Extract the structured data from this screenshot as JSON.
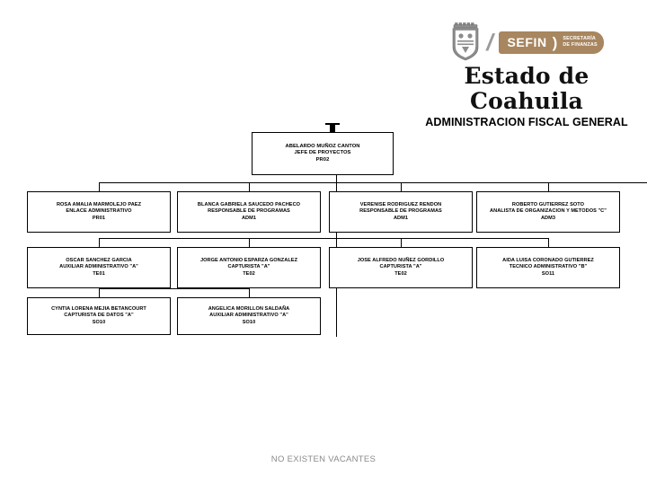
{
  "header": {
    "coat_of_arms_icon": "coahuila-coat-of-arms",
    "slash": "/",
    "sefin_word": "SEFIN",
    "sefin_paren": ")",
    "sefin_subtitle": "SECRETARÍA\nDE FINANZAS",
    "state_title": "Estado de Coahuila",
    "department_title": "ADMINISTRACION FISCAL GENERAL",
    "brand_color": "#a8865f"
  },
  "chart_data": {
    "type": "diagram",
    "title": "ADMINISTRACION FISCAL GENERAL",
    "root": {
      "name": "ABELARDO MUÑOZ CANTON",
      "position": "JEFE DE PROYECTOS",
      "code": "PR02"
    },
    "rows": [
      [
        {
          "name": "ROSA AMALIA MARMOLEJO PAEZ",
          "position": "ENLACE ADMINISTRATIVO",
          "code": "PR01"
        },
        {
          "name": "BLANCA GABRIELA SAUCEDO PACHECO",
          "position": "RESPONSABLE DE PROGRAMAS",
          "code": "ADM1"
        },
        {
          "name": "VERENISE RODRIGUEZ RENDON",
          "position": "RESPONSABLE DE PROGRAMAS",
          "code": "ADM1"
        },
        {
          "name": "ROBERTO GUTIERREZ SOTO",
          "position": "ANALISTA DE ORGANIZACION Y METODOS \"C\"",
          "code": "ADM3"
        }
      ],
      [
        {
          "name": "OSCAR SANCHEZ GARCIA",
          "position": "AUXILIAR ADMINISTRATIVO \"A\"",
          "code": "TE01"
        },
        {
          "name": "JORGE ANTONIO ESPARZA GONZALEZ",
          "position": "CAPTURISTA \"A\"",
          "code": "TE02"
        },
        {
          "name": "JOSE ALFREDO NUÑEZ GORDILLO",
          "position": "CAPTURISTA \"A\"",
          "code": "TE02"
        },
        {
          "name": "AIDA LUISA CORONADO GUTIERREZ",
          "position": "TECNICO ADMINISTRATIVO \"B\"",
          "code": "SO11"
        }
      ],
      [
        {
          "name": "CYNTIA LORENA MEJIA BETANCOURT",
          "position": "CAPTURISTA DE DATOS  \"A\"",
          "code": "SO10"
        },
        {
          "name": "ANGELICA MORILLON SALDAÑA",
          "position": "AUXILIAR ADMINISTRATIVO \"A\"",
          "code": "SO10"
        }
      ]
    ]
  },
  "footer": {
    "note": "NO EXISTEN VACANTES",
    "note_color": "#8a8a8a"
  }
}
